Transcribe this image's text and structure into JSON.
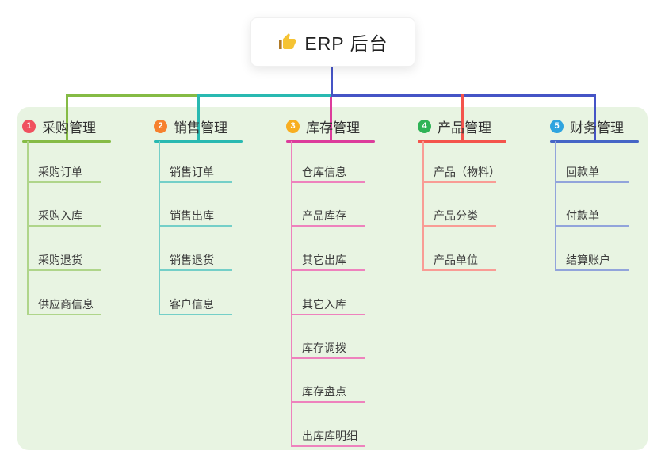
{
  "root": {
    "label": "ERP 后台",
    "icon": "thumbs-up-icon",
    "icon_color": "#F5C333",
    "icon_cuff_color": "#B07A28"
  },
  "colors": {
    "panel_bg": "#E8F4E2",
    "connector_blue": "#4554C6"
  },
  "branches": [
    {
      "badge": "1",
      "label": "采购管理",
      "badge_color": "#F0515F",
      "line_color": "#85BB45",
      "child_line_color": "#AFD58A",
      "children": [
        "采购订单",
        "采购入库",
        "采购退货",
        "供应商信息"
      ]
    },
    {
      "badge": "2",
      "label": "销售管理",
      "badge_color": "#F6812F",
      "line_color": "#29B9B1",
      "child_line_color": "#74CFC8",
      "children": [
        "销售订单",
        "销售出库",
        "销售退货",
        "客户信息"
      ]
    },
    {
      "badge": "3",
      "label": "库存管理",
      "badge_color": "#F8AE21",
      "line_color": "#DC3C9B",
      "child_line_color": "#EE82BD",
      "children": [
        "仓库信息",
        "产品库存",
        "其它出库",
        "其它入库",
        "库存调拨",
        "库存盘点",
        "出库库明细"
      ]
    },
    {
      "badge": "4",
      "label": "产品管理",
      "badge_color": "#2FB356",
      "line_color": "#F4544C",
      "child_line_color": "#F99C95",
      "children": [
        "产品（物料）",
        "产品分类",
        "产品单位"
      ]
    },
    {
      "badge": "5",
      "label": "财务管理",
      "badge_color": "#2FA4DF",
      "line_color": "#4565C6",
      "child_line_color": "#92A4DB",
      "children": [
        "回款单",
        "付款单",
        "结算账户"
      ]
    }
  ]
}
